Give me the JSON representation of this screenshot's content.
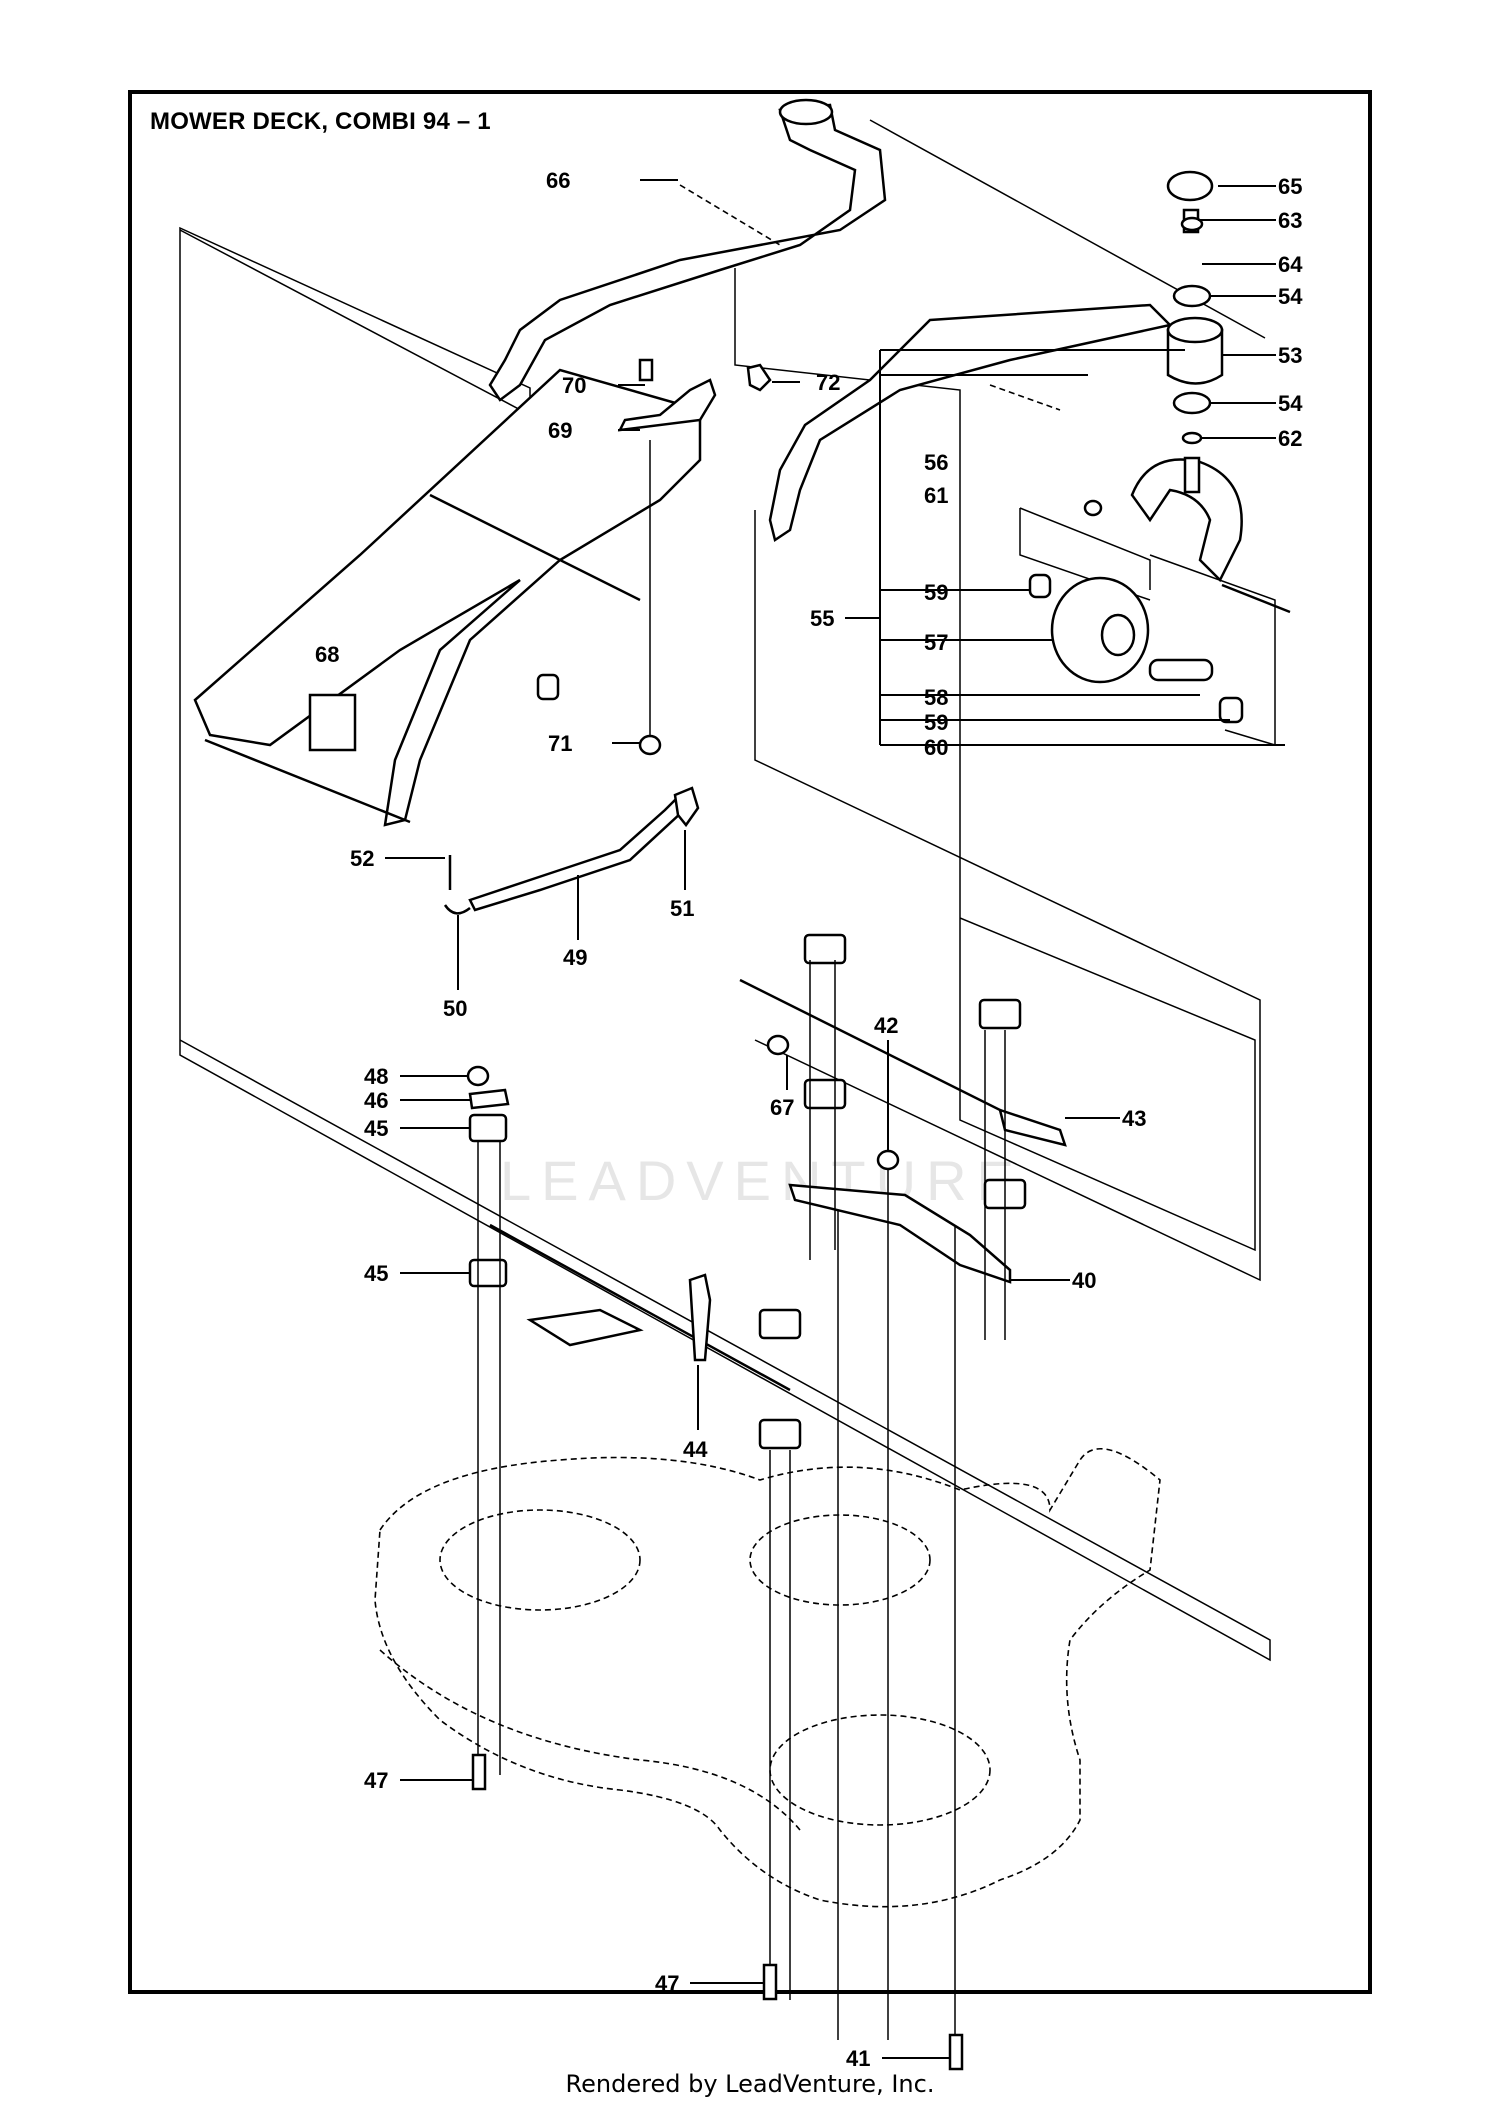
{
  "title": "MOWER DECK, COMBI 94 – 1",
  "footer": "Rendered by LeadVenture, Inc.",
  "watermark": "LEADVENTURE",
  "callouts": [
    {
      "id": "c65",
      "label": "65"
    },
    {
      "id": "c63",
      "label": "63"
    },
    {
      "id": "c64",
      "label": "64"
    },
    {
      "id": "c54a",
      "label": "54"
    },
    {
      "id": "c53",
      "label": "53"
    },
    {
      "id": "c54b",
      "label": "54"
    },
    {
      "id": "c62",
      "label": "62"
    },
    {
      "id": "c56",
      "label": "56"
    },
    {
      "id": "c61",
      "label": "61"
    },
    {
      "id": "c59a",
      "label": "59"
    },
    {
      "id": "c55",
      "label": "55"
    },
    {
      "id": "c57",
      "label": "57"
    },
    {
      "id": "c58",
      "label": "58"
    },
    {
      "id": "c59b",
      "label": "59"
    },
    {
      "id": "c60",
      "label": "60"
    },
    {
      "id": "c66",
      "label": "66"
    },
    {
      "id": "c70",
      "label": "70"
    },
    {
      "id": "c72",
      "label": "72"
    },
    {
      "id": "c69",
      "label": "69"
    },
    {
      "id": "c68",
      "label": "68"
    },
    {
      "id": "c71",
      "label": "71"
    },
    {
      "id": "c52",
      "label": "52"
    },
    {
      "id": "c51",
      "label": "51"
    },
    {
      "id": "c49",
      "label": "49"
    },
    {
      "id": "c50",
      "label": "50"
    },
    {
      "id": "c67",
      "label": "67"
    },
    {
      "id": "c42",
      "label": "42"
    },
    {
      "id": "c43",
      "label": "43"
    },
    {
      "id": "c48",
      "label": "48"
    },
    {
      "id": "c46",
      "label": "46"
    },
    {
      "id": "c45a",
      "label": "45"
    },
    {
      "id": "c45b",
      "label": "45"
    },
    {
      "id": "c40",
      "label": "40"
    },
    {
      "id": "c44",
      "label": "44"
    },
    {
      "id": "c47a",
      "label": "47"
    },
    {
      "id": "c47b",
      "label": "47"
    },
    {
      "id": "c41",
      "label": "41"
    }
  ]
}
